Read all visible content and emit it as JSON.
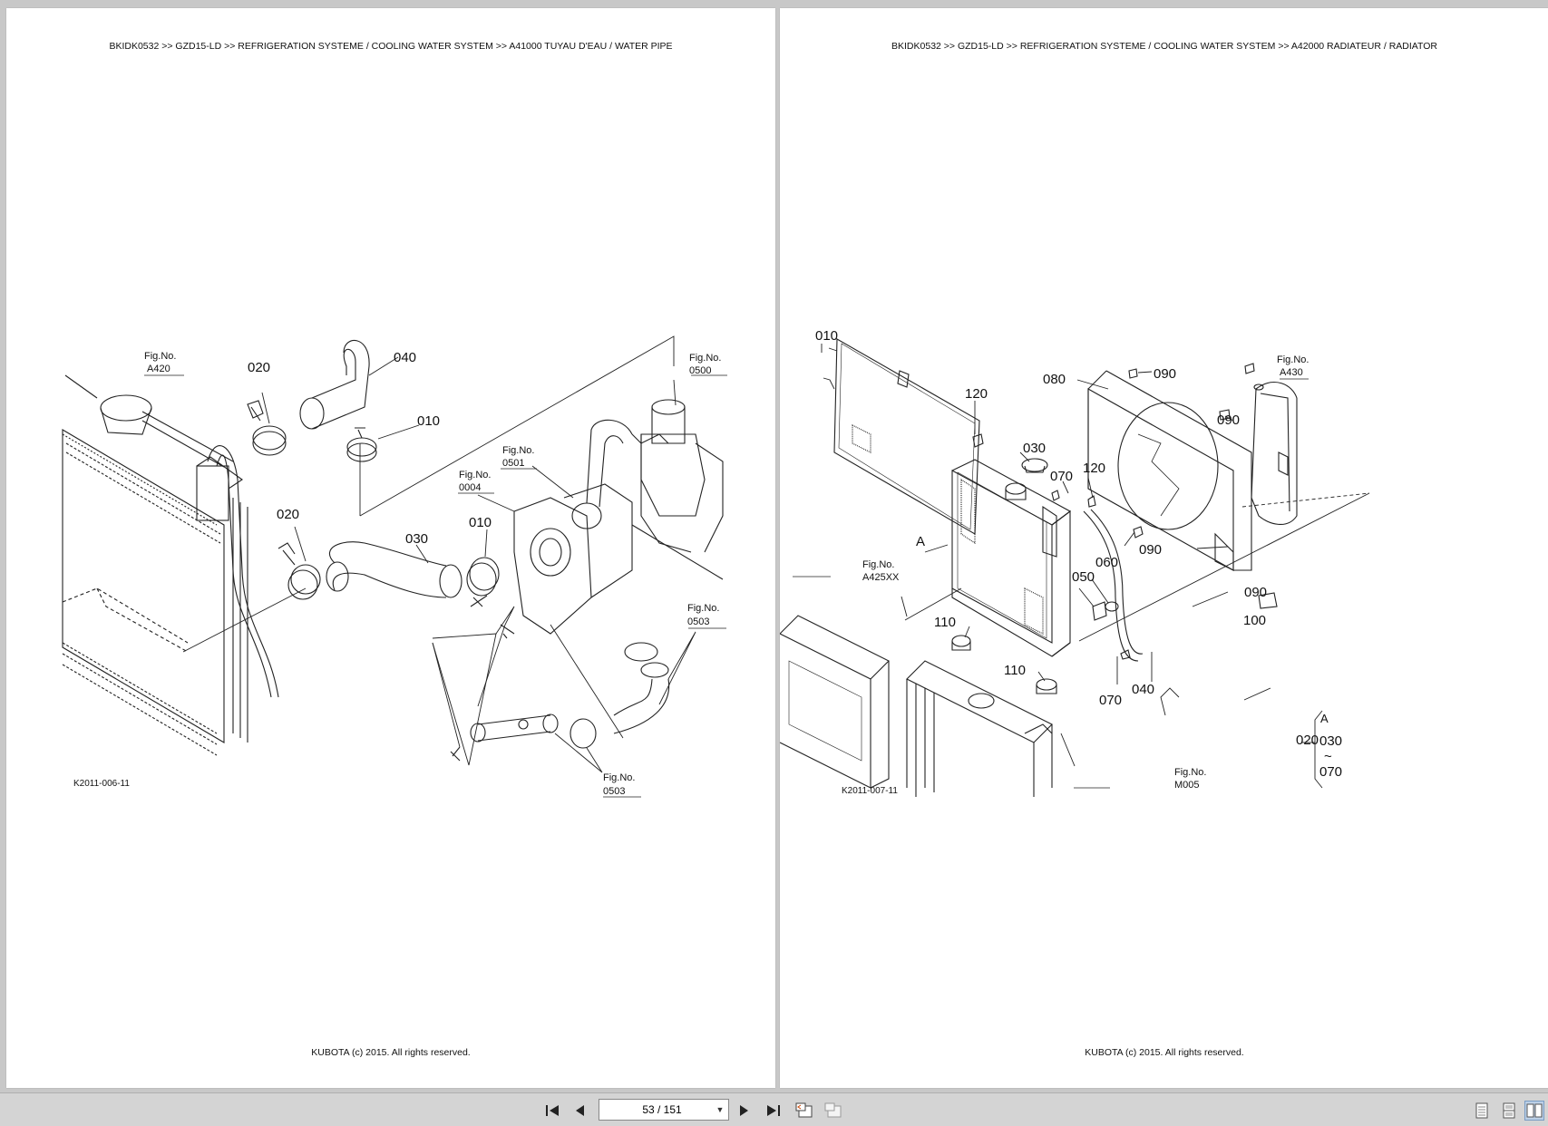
{
  "left_page": {
    "header": "BKIDK0532 >> GZD15-LD >> REFRIGERATION SYSTEME / COOLING WATER SYSTEM >> A41000   TUYAU D'EAU / WATER PIPE",
    "figure_code": "K2011-006-11",
    "footer": "KUBOTA (c) 2015. All rights reserved.",
    "callouts": {
      "fig_a420": [
        "Fig.No.",
        "A420"
      ],
      "fig_0500": [
        "Fig.No.",
        "0500"
      ],
      "fig_0501": [
        "Fig.No.",
        "0501"
      ],
      "fig_0004": [
        "Fig.No.",
        "0004"
      ],
      "fig_0503a": [
        "Fig.No.",
        "0503"
      ],
      "fig_0503b": [
        "Fig.No.",
        "0503"
      ],
      "p020a": "020",
      "p040": "040",
      "p010a": "010",
      "p020b": "020",
      "p030": "030",
      "p010b": "010"
    }
  },
  "right_page": {
    "header": "BKIDK0532 >> GZD15-LD >> REFRIGERATION SYSTEME / COOLING WATER SYSTEM >> A42000   RADIATEUR / RADIATOR",
    "figure_code": "K2011-007-11",
    "footer": "KUBOTA (c) 2015. All rights reserved.",
    "callouts": {
      "p010": "010",
      "p120a": "120",
      "p080": "080",
      "p090a": "090",
      "fig_a430": [
        "Fig.No.",
        "A430"
      ],
      "p030": "030",
      "p090b": "090",
      "p070a": "070",
      "p120b": "120",
      "a_marker": "A",
      "p090c": "090",
      "p060": "060",
      "p050": "050",
      "fig_a425xx": [
        "Fig.No.",
        "A425XX"
      ],
      "p110a": "110",
      "p090d": "090",
      "p100": "100",
      "p110b": "110",
      "p040": "040",
      "p070b": "070",
      "fig_m005": [
        "Fig.No.",
        "M005"
      ],
      "detail_a": "A",
      "detail_020": "020",
      "detail_030": "030",
      "detail_tilde": "~",
      "detail_070": "070"
    }
  },
  "toolbar": {
    "page_indicator": "53 / 151",
    "icons": [
      "first-page-icon",
      "prev-page-icon",
      "next-page-icon",
      "last-page-icon",
      "fit-page-icon",
      "fit-width-icon",
      "single-page-view-icon",
      "continuous-view-icon",
      "two-page-view-icon"
    ]
  }
}
